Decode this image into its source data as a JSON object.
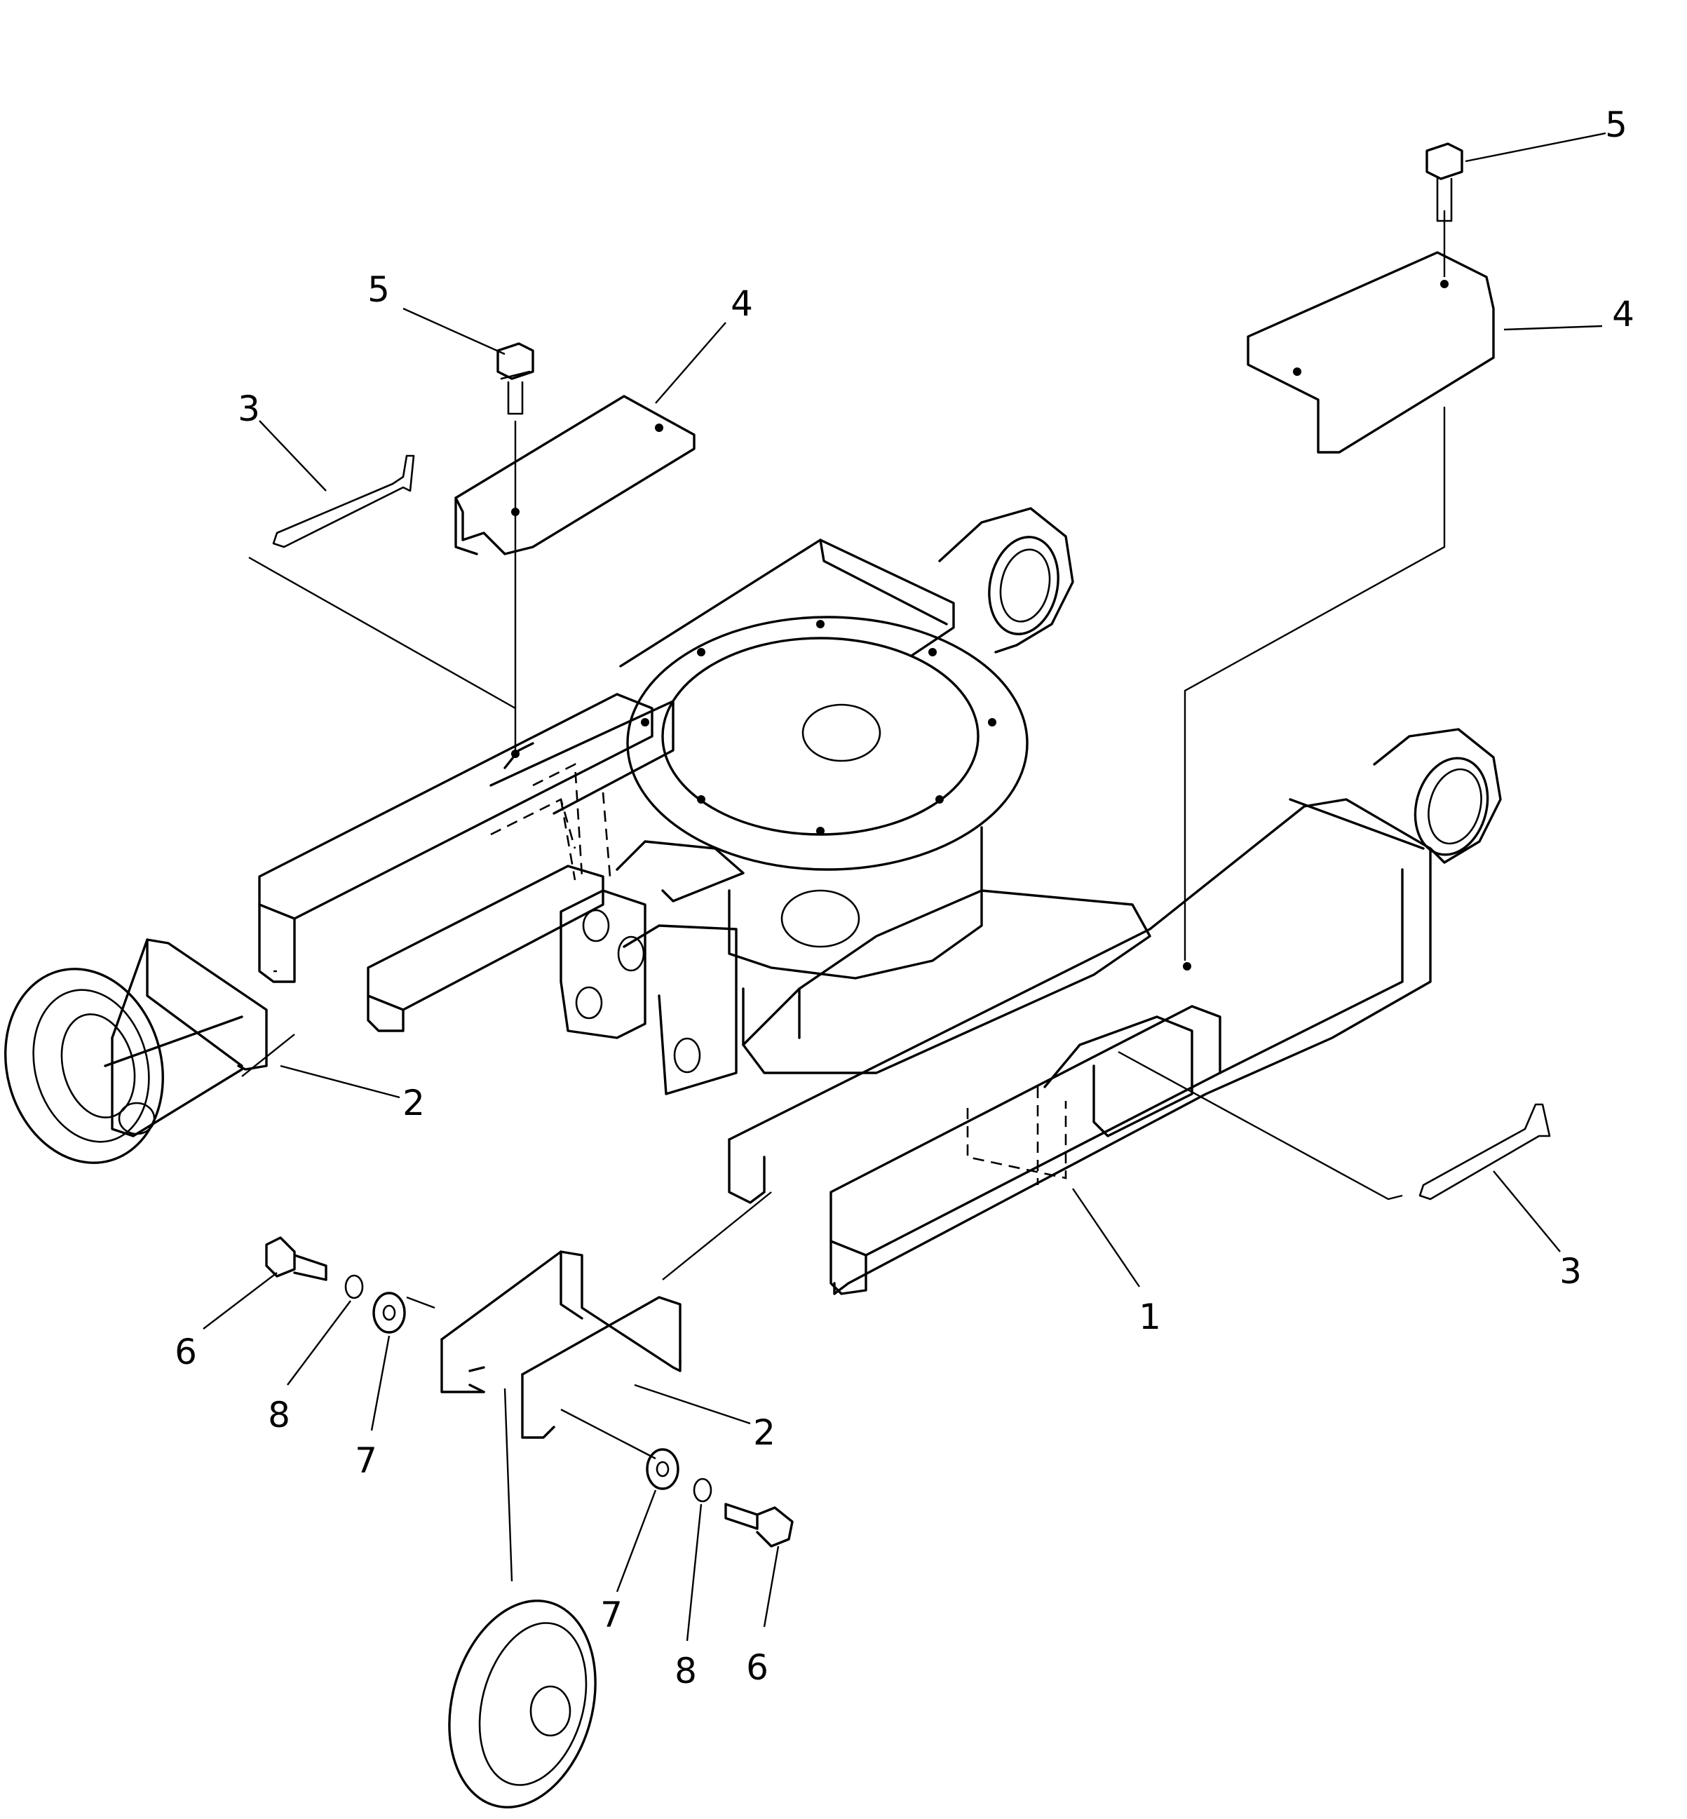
{
  "diagram": {
    "type": "exploded-parts-view",
    "part_numbers": {
      "frame": "1",
      "roller_bracket_left": "2",
      "roller_bracket_right": "2",
      "long_bolt_left": "3",
      "long_bolt_right": "3",
      "cover_plate_left": "4",
      "cover_plate_right": "4",
      "cover_bolt_left": "5",
      "cover_bolt_right": "5",
      "hex_bolt_left": "6",
      "hex_bolt_right": "6",
      "spacer_left": "7",
      "spacer_right": "7",
      "washer_left": "8",
      "washer_right": "8"
    }
  }
}
